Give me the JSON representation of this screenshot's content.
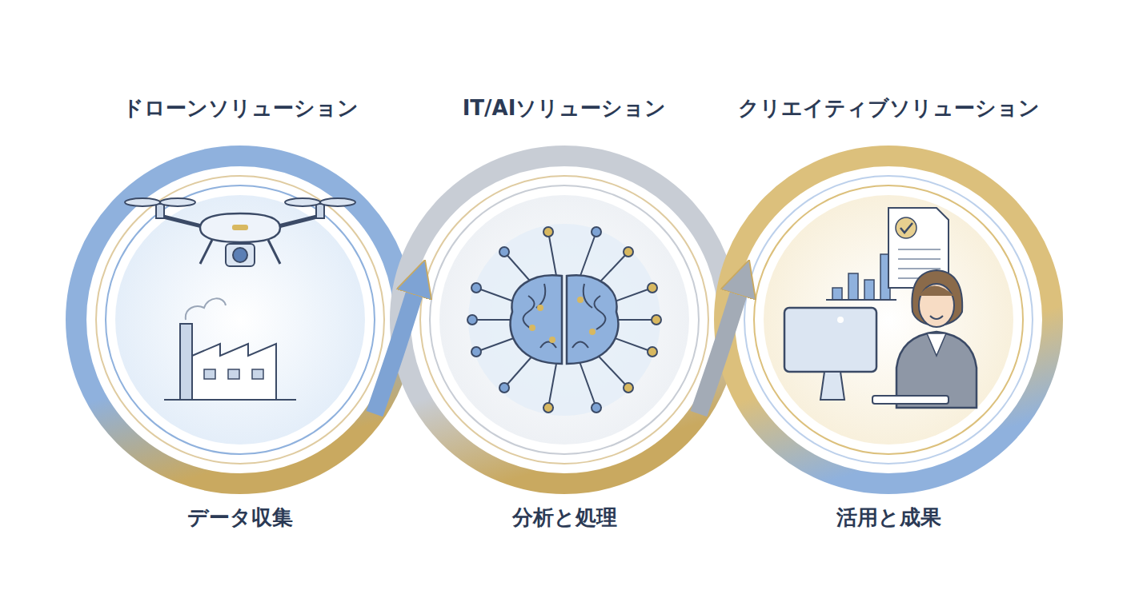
{
  "diagram": {
    "nodes": [
      {
        "text": [
          "ドローンソリューション",
          "データ収集"
        ]
      },
      {
        "text": [
          "IT/AIソリューション",
          "分析と処理"
        ]
      },
      {
        "text": [
          "クリエイティブソリューション",
          "活用と成果"
        ]
      }
    ],
    "edges": [
      {
        "from": 0,
        "to": 1,
        "arrow": "to"
      },
      {
        "from": 1,
        "to": 2,
        "arrow": "to"
      }
    ]
  }
}
